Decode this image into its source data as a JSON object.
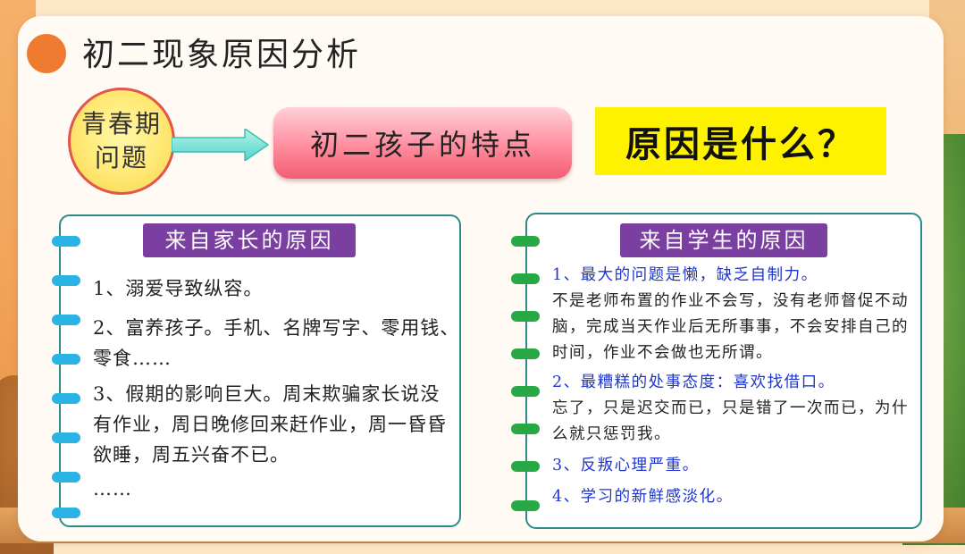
{
  "title": "初二现象原因分析",
  "badge": {
    "line1": "青春期",
    "line2": "问题"
  },
  "feature_box": "初二孩子的特点",
  "question": "原因是什么？",
  "left_section": {
    "header": "来自家长的原因",
    "items": [
      "1、溺爱导致纵容。",
      "2、富养孩子。手机、名牌写字、零用钱、零食……",
      "3、假期的影响巨大。周末欺骗家长说没有作业，周日晚修回来赶作业，周一昏昏欲睡，周五兴奋不已。",
      "……"
    ]
  },
  "right_section": {
    "header": "来自学生的原因",
    "item1_title": "1、最大的问题是懒，缺乏自制力。",
    "item1_body": "不是老师布置的作业不会写，没有老师督促不动脑，完成当天作业后无所事事，不会安排自己的时间，作业不会做也无所谓。",
    "item2_title": "2、最糟糕的处事态度：喜欢找借口。",
    "item2_body": "忘了，只是迟交而已，只是错了一次而已，为什么就只惩罚我。",
    "item3": "3、反叛心理严重。",
    "item4": "4、学习的新鲜感淡化。"
  },
  "colors": {
    "accent_orange": "#ee7b2f",
    "header_purple": "#7a3fa0",
    "highlight_yellow": "#fff200",
    "blue_text": "#1f36c8",
    "ring_blue": "#2bb3e6",
    "ring_green": "#27a844"
  }
}
